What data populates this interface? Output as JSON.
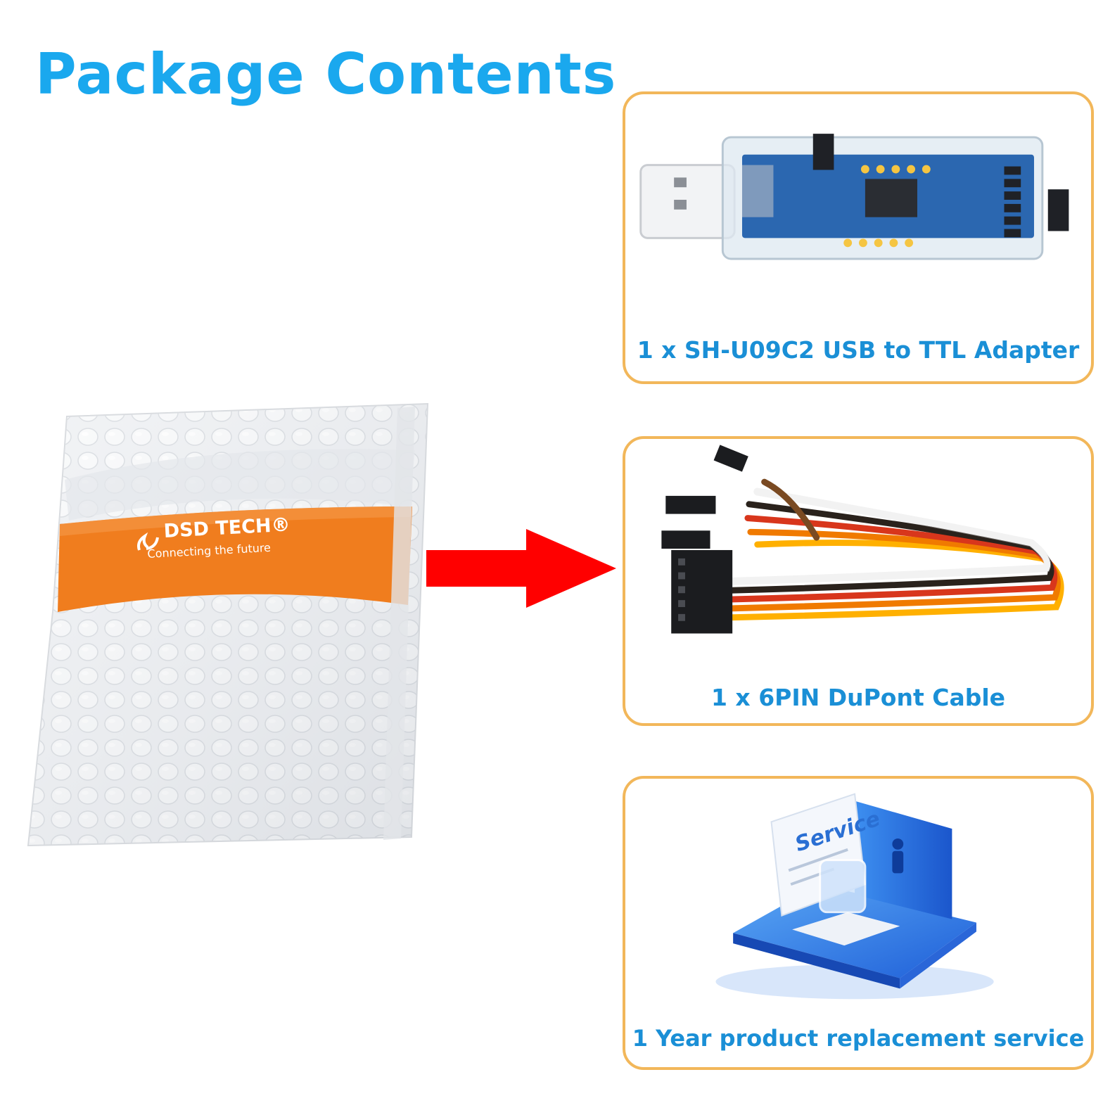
{
  "title": "Package Contents",
  "bag": {
    "brand": "DSD TECH®",
    "tagline": "Connecting the future"
  },
  "items": [
    {
      "caption": "1 x SH-U09C2 USB to TTL Adapter",
      "icon": "usb-adapter-icon"
    },
    {
      "caption": "1 x 6PIN DuPont Cable",
      "icon": "dupont-cable-icon"
    },
    {
      "caption": "1 Year  product replacement service",
      "icon": "service-icon",
      "badge": "Service"
    }
  ],
  "colors": {
    "title": "#1aa8ee",
    "caption": "#1a8fd6",
    "card_border": "#f2b75a",
    "arrow": "#ff0000",
    "bag_band": "#f07d1e"
  }
}
